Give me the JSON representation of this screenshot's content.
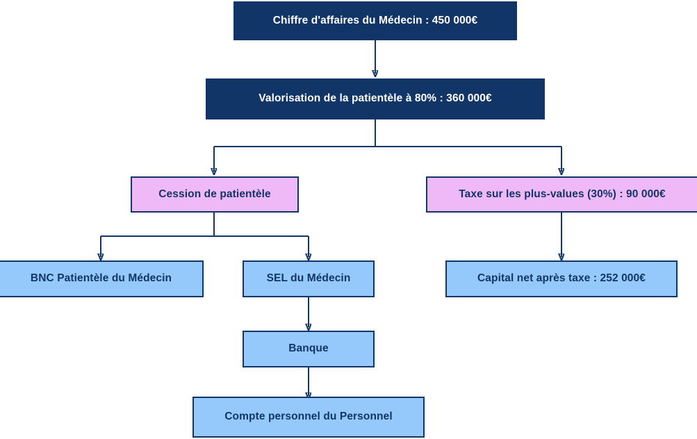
{
  "diagram": {
    "title": "Schema de cession de patientele",
    "colors": {
      "navy": "#123567",
      "pink": "#efb9f7",
      "blue": "#95c9fb",
      "edge": "#123567",
      "background": "#ffffff"
    },
    "nodes": [
      {
        "id": "ca",
        "label": "Chiffre d'affaires du Médecin : 450 000€",
        "type": "navy"
      },
      {
        "id": "valorisation",
        "label": "Valorisation de la patientèle à 80% : 360 000€",
        "type": "navy"
      },
      {
        "id": "cession",
        "label": "Cession de patientèle",
        "type": "pink"
      },
      {
        "id": "taxe",
        "label": "Taxe sur les plus-values (30%) : 90 000€",
        "type": "pink"
      },
      {
        "id": "bnc",
        "label": "BNC Patientèle du Médecin",
        "type": "blue"
      },
      {
        "id": "sel",
        "label": "SEL du Médecin",
        "type": "blue"
      },
      {
        "id": "capital",
        "label": "Capital net après taxe : 252 000€",
        "type": "blue"
      },
      {
        "id": "banque",
        "label": "Banque",
        "type": "blue"
      },
      {
        "id": "compte",
        "label": "Compte personnel du Personnel",
        "type": "blue"
      }
    ],
    "edges": [
      {
        "from": "ca",
        "to": "valorisation"
      },
      {
        "from": "valorisation",
        "to": "cession"
      },
      {
        "from": "valorisation",
        "to": "taxe"
      },
      {
        "from": "cession",
        "to": "bnc"
      },
      {
        "from": "cession",
        "to": "sel"
      },
      {
        "from": "taxe",
        "to": "capital"
      },
      {
        "from": "sel",
        "to": "banque"
      },
      {
        "from": "banque",
        "to": "compte"
      }
    ]
  }
}
